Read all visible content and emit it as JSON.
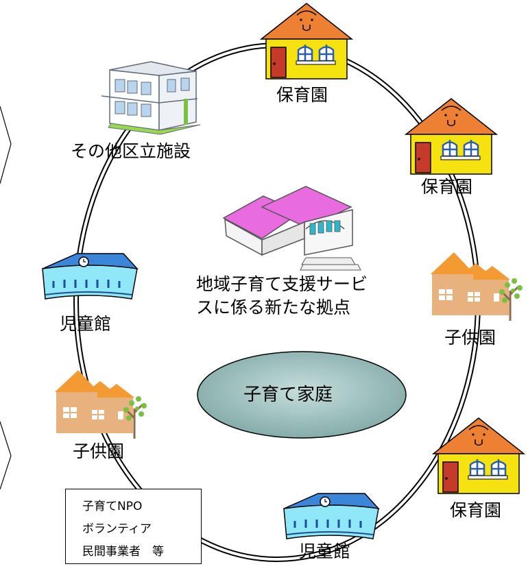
{
  "labels": {
    "nursery_top": "保育園",
    "nursery_right": "保育園",
    "nursery_bottom": "保育園",
    "other_facilities": "その他区立施設",
    "center_hub": [
      "地域子育て支援サービ",
      "スに係る新たな拠点"
    ],
    "childrens_hall_left": "児童館",
    "childrens_hall_bottom": "児童館",
    "kindergarten_right": "子供園",
    "kindergarten_left": "子供園",
    "family": "子育て家庭"
  },
  "org_box": [
    "子育てNPO",
    "ボランティア",
    "民間事業者　等"
  ],
  "colors": {
    "nursery_roof": "#ee8033",
    "nursery_wall": "#f5e20f",
    "nursery_door": "#c63a2a",
    "window_blue": "#2a5fa8",
    "hall_body": "#8fe7f7",
    "hall_roof": "#3b86d9",
    "kinder_roof": "#f39a32",
    "kinder_wall": "#e7b27e",
    "tree_leaf": "#7ac143",
    "hub_roof": "#e86be0",
    "family_ellipse": "#7fa8a6"
  },
  "icons": [
    "nursery-icon",
    "office-building-icon",
    "community-hub-icon",
    "childrens-hall-icon",
    "kindergarten-icon",
    "tree-icon"
  ]
}
